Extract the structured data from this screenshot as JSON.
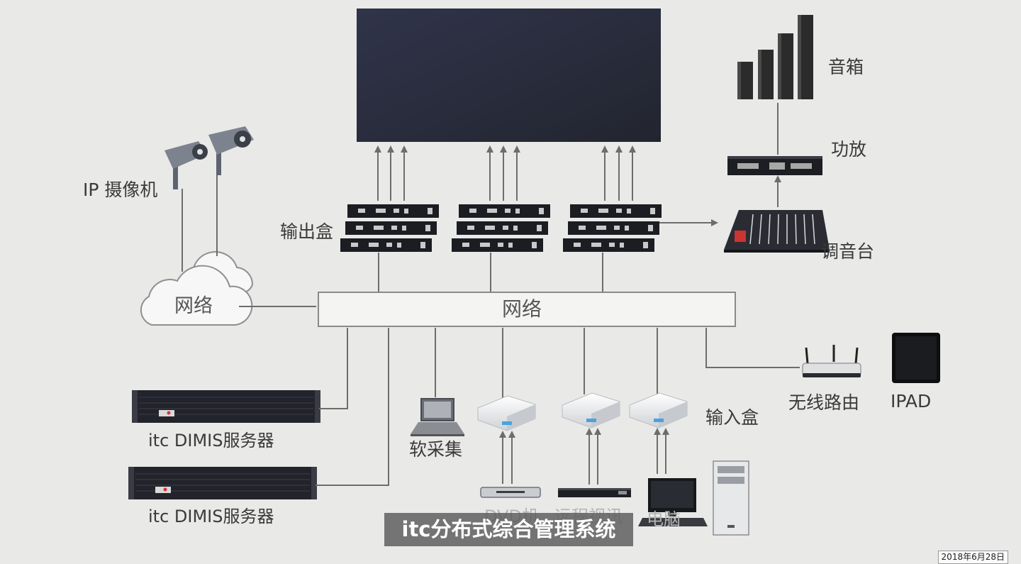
{
  "labels": {
    "ip_camera": "IP 摄像机",
    "cloud_network": "网络",
    "output_box": "输出盒",
    "network": "网络",
    "speaker": "音箱",
    "amplifier": "功放",
    "mixer": "调音台",
    "server_1": "itc DIMIS服务器",
    "server_2": "itc DIMIS服务器",
    "soft_capture": "软采集",
    "input_box": "输入盒",
    "router": "无线路由",
    "ipad": "IPAD",
    "dvd": "DVD机",
    "remote_video": "远程视讯",
    "computer": "电脑"
  },
  "caption": "itc分布式综合管理系统",
  "date_stamp": "2018年6月28日",
  "colors": {
    "background": "#e9e9e8",
    "screen": "#2a2e3f",
    "line": "#6d6d6d",
    "device_dark": "#1e1f24"
  }
}
